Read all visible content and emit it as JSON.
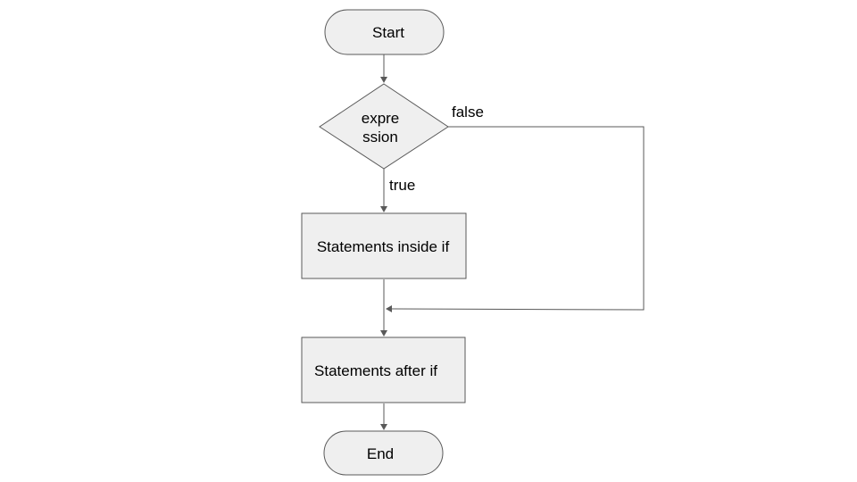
{
  "nodes": {
    "start": {
      "label": "Start"
    },
    "decision": {
      "label_line1": "expre",
      "label_line2": "ssion"
    },
    "if_body": {
      "label": "Statements inside if"
    },
    "after_if": {
      "label": "Statements after if"
    },
    "end": {
      "label": "End"
    }
  },
  "edges": {
    "true_label": "true",
    "false_label": "false"
  }
}
